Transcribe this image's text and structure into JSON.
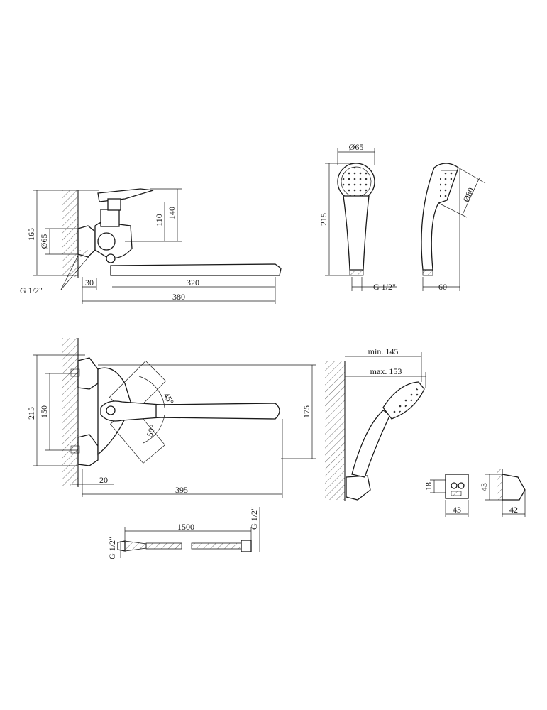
{
  "dimensions": {
    "side_view": {
      "height_165": "165",
      "dia_65": "Ø65",
      "height_140": "140",
      "height_110": "110",
      "thread": "G 1/2\"",
      "offset_30": "30",
      "spout_320": "320",
      "total_380": "380"
    },
    "top_view": {
      "height_215": "215",
      "spacing_150": "150",
      "angle_45": "45°",
      "angle_50": "50°",
      "depth_175": "175",
      "offset_20": "20",
      "total_395": "395"
    },
    "hand_shower": {
      "dia_65": "Ø65",
      "length_215": "215",
      "thread": "G 1/2\"",
      "dia_80": "Ø80",
      "depth_60": "60"
    },
    "holder_view": {
      "min_145": "min. 145",
      "max_153": "max. 153"
    },
    "bracket": {
      "height_18": "18",
      "width_43": "43",
      "height_43": "43",
      "depth_42": "42"
    },
    "hose": {
      "length_1500": "1500",
      "thread_left": "G 1/2\"",
      "thread_right": "G 1/2\""
    }
  }
}
